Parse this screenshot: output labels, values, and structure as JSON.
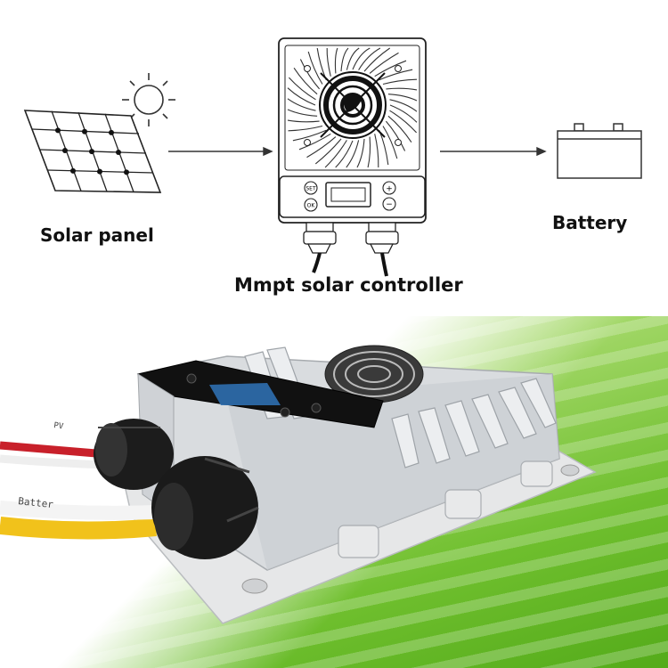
{
  "labels": {
    "solar_panel": "Solar panel",
    "battery": "Battery",
    "controller": "Mmpt solar controller"
  },
  "controller_buttons": {
    "set": "SET",
    "ok": "OK",
    "plus": "+",
    "minus": "−"
  },
  "photo": {
    "cable_top_text": "PV",
    "cable_bottom_text": "Batter",
    "colors": {
      "background_green": "#6fbf2e",
      "aluminium": "#d9dcdf",
      "gland_black": "#1c1c1c",
      "cable_red": "#c8202a",
      "cable_yellow": "#f1c21b"
    }
  }
}
